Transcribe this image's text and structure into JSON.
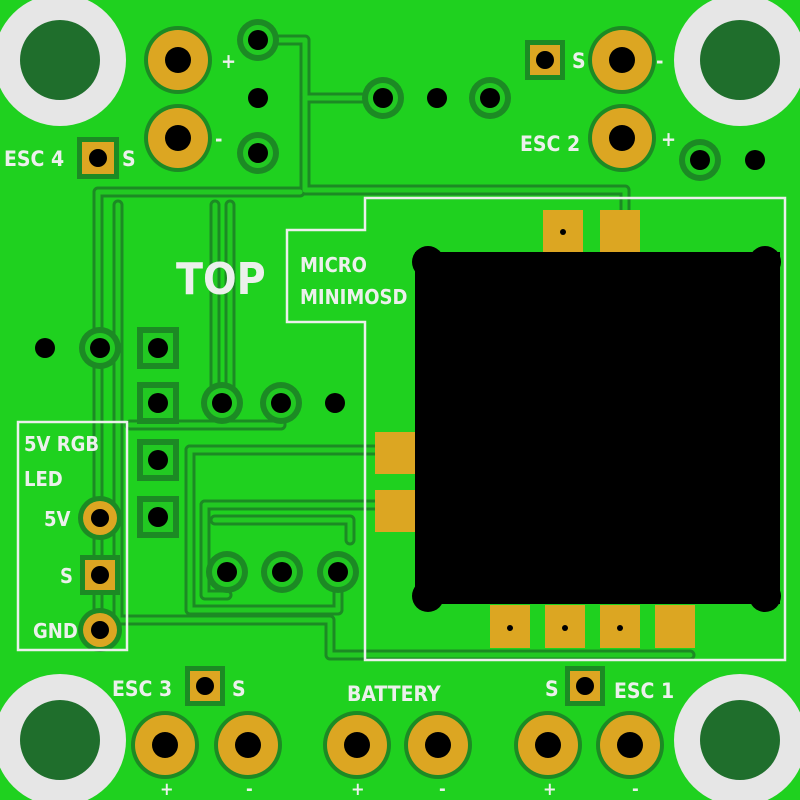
{
  "board": {
    "colors": {
      "board": "#1fd11f",
      "trace": "#1c8a24",
      "copper": "#dca622",
      "silk": "#ecf0ec",
      "hole": "#000000",
      "mount_ring": "#e6e6e6",
      "mount_center": "#1f6e2c"
    },
    "top_label": "TOP",
    "osd": {
      "line1": "MICRO",
      "line2": "MINIMOSD"
    },
    "esc4": {
      "label": "ESC 4",
      "signal": "S",
      "plus": "+",
      "minus": "-"
    },
    "esc2": {
      "label": "ESC 2",
      "signal": "S",
      "plus": "+",
      "minus": "-"
    },
    "esc3": {
      "label": "ESC 3",
      "signal": "S",
      "plus": "+",
      "minus": "-"
    },
    "esc1": {
      "label": "ESC 1",
      "signal": "S",
      "plus": "+",
      "minus": "-"
    },
    "battery": {
      "label": "BATTERY",
      "plus": "+",
      "minus": "-"
    },
    "led": {
      "line1": "5V RGB",
      "line2": "LED",
      "pin_5v": "5V",
      "pin_s": "S",
      "pin_gnd": "GND"
    }
  }
}
